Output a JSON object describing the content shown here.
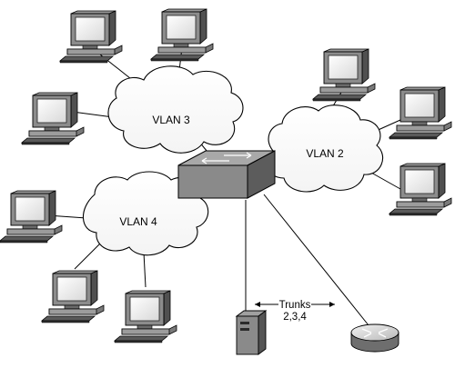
{
  "clouds": [
    {
      "id": "vlan3",
      "label": "VLAN 3"
    },
    {
      "id": "vlan2",
      "label": "VLAN 2"
    },
    {
      "id": "vlan4",
      "label": "VLAN 4"
    }
  ],
  "trunk": {
    "line1": "Trunks",
    "line2": "2,3,4"
  },
  "icons": {
    "computer": "workstation-icon",
    "switch": "switch-icon",
    "server": "server-icon",
    "router": "router-icon"
  }
}
